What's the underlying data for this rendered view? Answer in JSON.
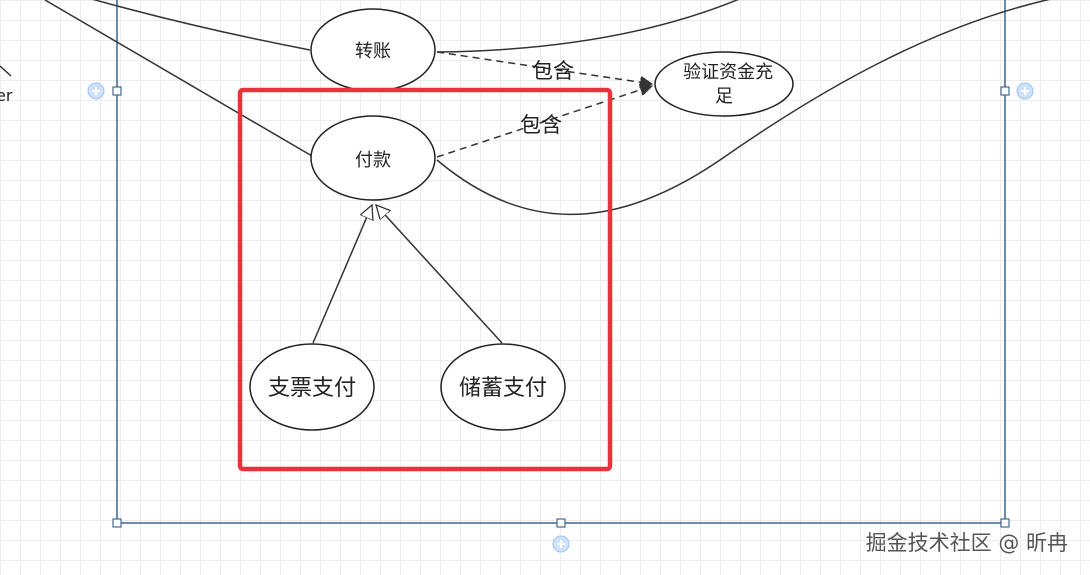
{
  "diagram": {
    "use_cases": {
      "transfer": "转账",
      "payment": "付款",
      "verify_funds": "验证资金充足",
      "cheque_payment": "支票支付",
      "savings_payment": "储蓄支付"
    },
    "relations": {
      "include_1": "包含",
      "include_2": "包含"
    },
    "actor_label_fragment": "er",
    "highlight_color": "#e8323c",
    "boundary_color": "#1f4e79"
  },
  "watermark": "掘金技术社区 @ 昕冉"
}
